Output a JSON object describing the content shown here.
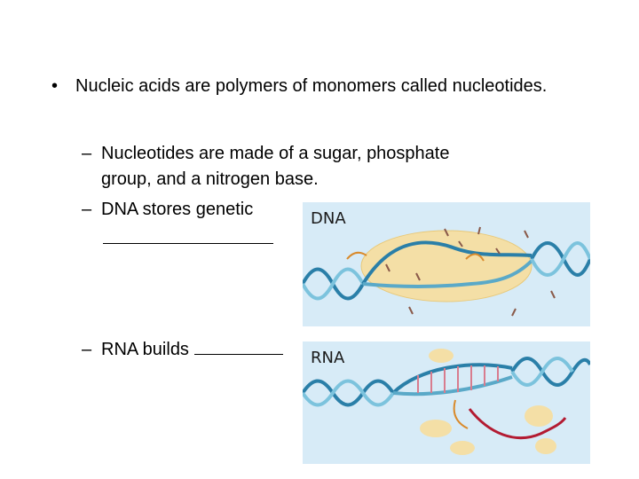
{
  "slide": {
    "main_bullet": {
      "marker": "•",
      "text": "Nucleic acids are polymers of monomers called nucleotides."
    },
    "sub_bullets": [
      {
        "marker": "–",
        "line1": "Nucleotides are made of a sugar, phosphate",
        "line2": "group, and a nitrogen base."
      },
      {
        "marker": "–",
        "text": "DNA stores genetic"
      },
      {
        "marker": "–",
        "text": "RNA builds"
      }
    ],
    "figures": [
      {
        "label": "DNA",
        "description_icon": "dna-replication-icon",
        "bg": "#d7ebf7"
      },
      {
        "label": "RNA",
        "description_icon": "rna-transcription-icon",
        "bg": "#d7ebf7"
      }
    ]
  }
}
